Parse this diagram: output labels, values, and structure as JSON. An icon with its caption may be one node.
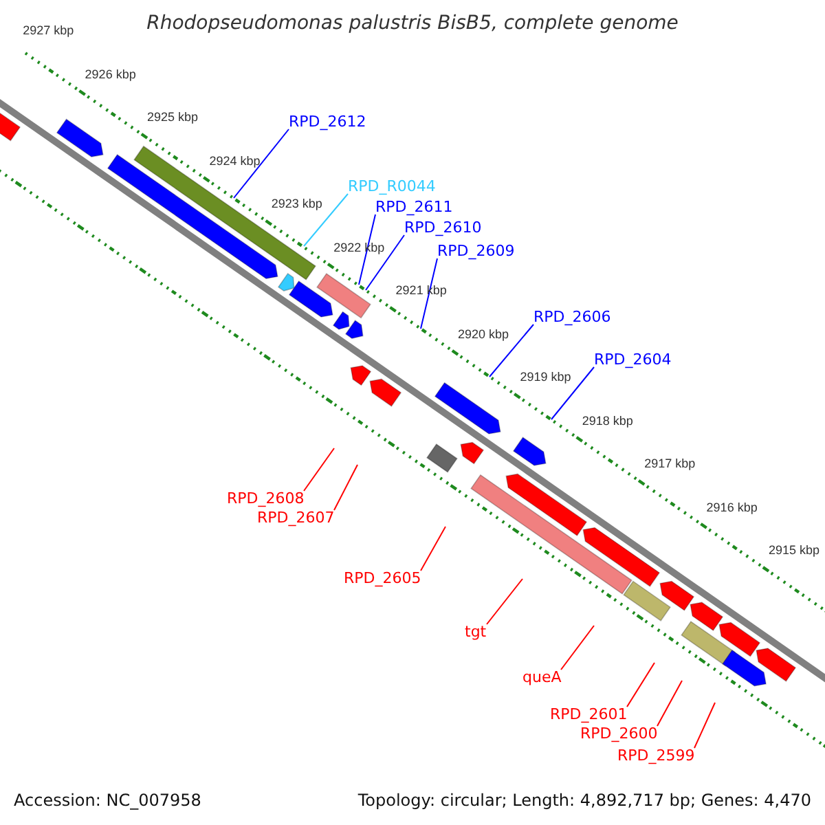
{
  "diagram": {
    "title": "Rhodopseudomonas palustris BisB5, complete genome",
    "nodes": [
      {
        "text": [
          "RPD_2612"
        ]
      },
      {
        "text": [
          "RPD_R0044"
        ]
      },
      {
        "text": [
          "RPD_2611"
        ]
      },
      {
        "text": [
          "RPD_2610"
        ]
      },
      {
        "text": [
          "RPD_2609"
        ]
      },
      {
        "text": [
          "RPD_2606"
        ]
      },
      {
        "text": [
          "RPD_2604"
        ]
      },
      {
        "text": [
          "RPD_2608"
        ]
      },
      {
        "text": [
          "RPD_2607"
        ]
      },
      {
        "text": [
          "RPD_2605"
        ]
      },
      {
        "text": [
          "tgt"
        ]
      },
      {
        "text": [
          "queA"
        ]
      },
      {
        "text": [
          "RPD_2601"
        ]
      },
      {
        "text": [
          "RPD_2600"
        ]
      },
      {
        "text": [
          "RPD_2599"
        ]
      }
    ],
    "edges": [
      {
        "from": 0,
        "to": null,
        "arrow": "none",
        "color": "#0000ff"
      },
      {
        "from": 1,
        "to": null,
        "arrow": "none",
        "color": "#33ccff"
      },
      {
        "from": 2,
        "to": null,
        "arrow": "none",
        "color": "#0000ff"
      },
      {
        "from": 3,
        "to": null,
        "arrow": "none",
        "color": "#0000ff"
      },
      {
        "from": 4,
        "to": null,
        "arrow": "none",
        "color": "#0000ff"
      },
      {
        "from": 5,
        "to": null,
        "arrow": "none",
        "color": "#0000ff"
      },
      {
        "from": 6,
        "to": null,
        "arrow": "none",
        "color": "#0000ff"
      },
      {
        "from": 7,
        "to": null,
        "arrow": "none",
        "color": "#ff0000"
      },
      {
        "from": 8,
        "to": null,
        "arrow": "none",
        "color": "#ff0000"
      },
      {
        "from": 9,
        "to": null,
        "arrow": "none",
        "color": "#ff0000"
      },
      {
        "from": 10,
        "to": null,
        "arrow": "none",
        "color": "#ff0000"
      },
      {
        "from": 11,
        "to": null,
        "arrow": "none",
        "color": "#ff0000"
      },
      {
        "from": 12,
        "to": null,
        "arrow": "none",
        "color": "#ff0000"
      },
      {
        "from": 13,
        "to": null,
        "arrow": "none",
        "color": "#ff0000"
      },
      {
        "from": 14,
        "to": null,
        "arrow": "none",
        "color": "#ff0000"
      }
    ],
    "labels": [
      "2927 kbp",
      "2926 kbp",
      "2925 kbp",
      "2924 kbp",
      "2923 kbp",
      "2922 kbp",
      "2921 kbp",
      "2920 kbp",
      "2919 kbp",
      "2918 kbp",
      "2917 kbp",
      "2916 kbp",
      "2915 kbp",
      "Accession: NC_007958",
      "Topology: circular; Length: 4,892,717 bp; Genes: 4,470"
    ]
  }
}
